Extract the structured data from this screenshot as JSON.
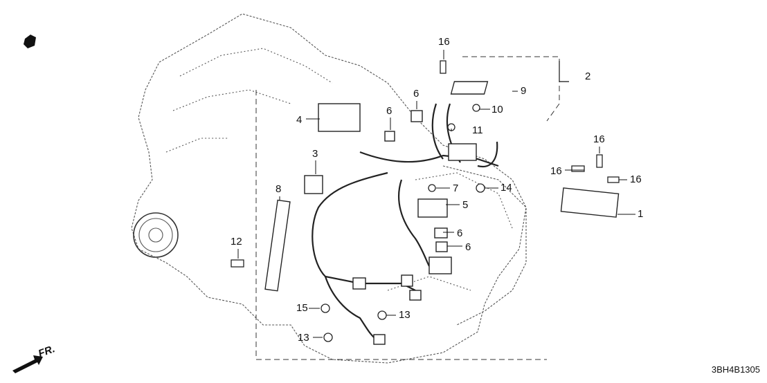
{
  "diagram": {
    "code": "3BH4B1305",
    "front_indicator": "FR.",
    "callouts": {
      "c1": "1",
      "c2": "2",
      "c3": "3",
      "c4": "4",
      "c5": "5",
      "c6a": "6",
      "c6b": "6",
      "c6c": "6",
      "c6d": "6",
      "c7": "7",
      "c8": "8",
      "c9": "9",
      "c10": "10",
      "c11": "11",
      "c12": "12",
      "c13a": "13",
      "c13b": "13",
      "c14": "14",
      "c15": "15",
      "c16a": "16",
      "c16b": "16",
      "c16c": "16",
      "c16d": "16"
    }
  }
}
